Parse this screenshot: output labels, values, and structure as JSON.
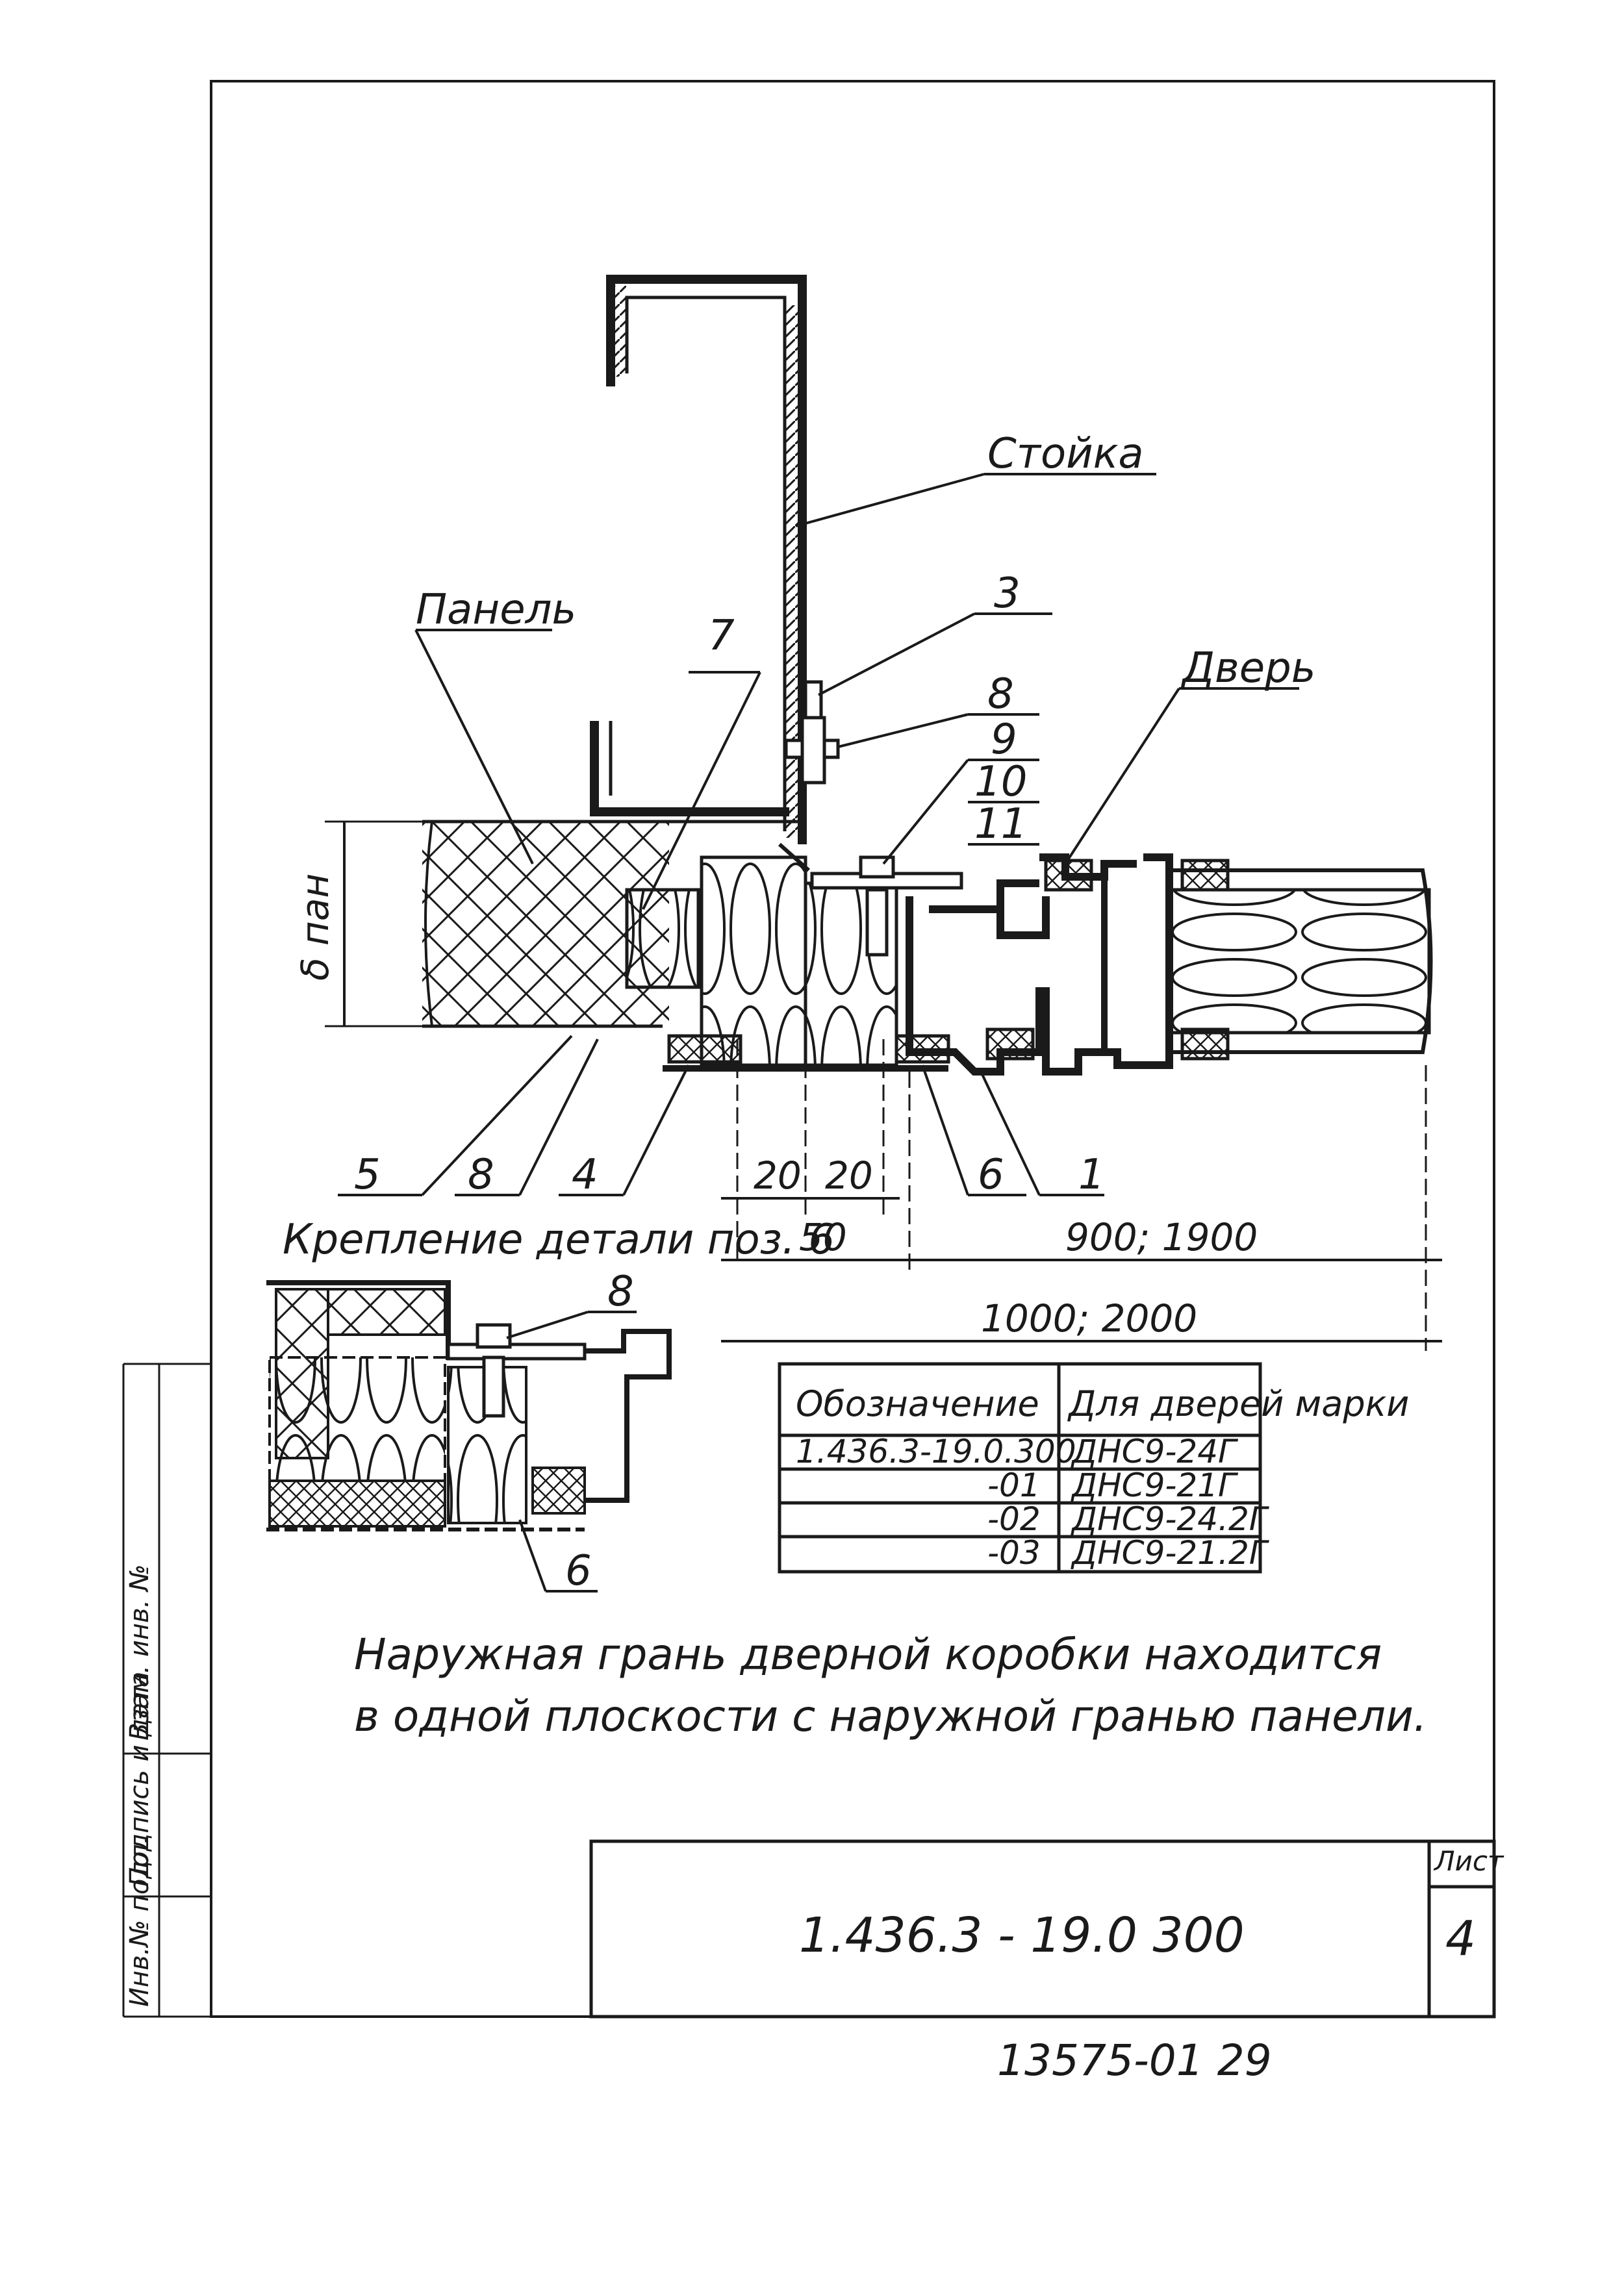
{
  "labels": {
    "stoika": "Стойка",
    "panel": "Панель",
    "door": "Дверь",
    "thickness": "δ пан"
  },
  "callouts": [
    "3",
    "8",
    "9",
    "10",
    "11",
    "7",
    "5",
    "8",
    "4",
    "6",
    "1",
    "8",
    "6"
  ],
  "dimensions": {
    "d20a": "20",
    "d20b": "20",
    "d50": "50",
    "d900": "900; 1900",
    "d1000": "1000; 2000"
  },
  "detail_title": "Крепление детали поз. 6",
  "table": {
    "headers": [
      "Обозначение",
      "Для дверей марки"
    ],
    "rows": [
      [
        "1.436.3-19.0.300",
        "ДНС9-24Г"
      ],
      [
        "-01",
        "ДНС9-21Г"
      ],
      [
        "-02",
        "ДНС9-24.2Г"
      ],
      [
        "-03",
        "ДНС9-21.2Г"
      ]
    ]
  },
  "note": {
    "line1": "Наружная грань дверной коробки находится",
    "line2": "в одной плоскости с наружной гранью панели."
  },
  "title_block": {
    "code": "1.436.3 - 19.0  300",
    "sheet_label": "Лист",
    "sheet_number": "4"
  },
  "stamp": "13575-01   29",
  "side_strip": [
    "Инв.№ подл.",
    "Подпись и дата",
    "Взам. инв. №"
  ],
  "colors": {
    "ink": "#1a1a1a",
    "paper": "#ffffff"
  }
}
